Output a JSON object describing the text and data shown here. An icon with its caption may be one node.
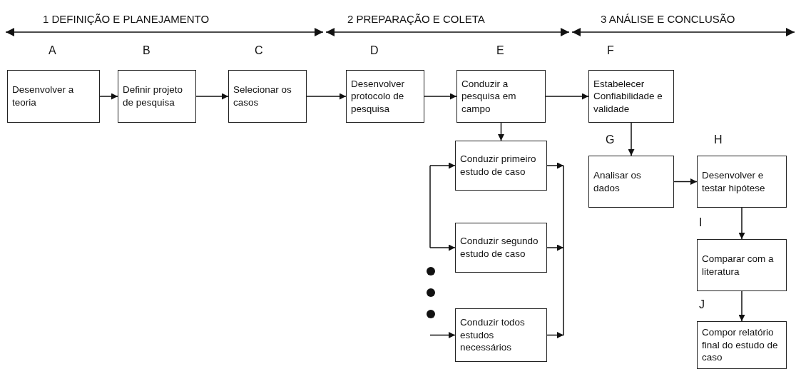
{
  "diagram": {
    "nodes": [
      {
        "text": [
          "Desenvolver a teoria"
        ],
        "beside": [
          "A"
        ]
      },
      {
        "text": [
          "Definir projeto de pesquisa"
        ],
        "beside": [
          "B"
        ]
      },
      {
        "text": [
          "Selecionar os casos"
        ],
        "beside": [
          "C"
        ]
      },
      {
        "text": [
          "Desenvolver protocolo de pesquisa"
        ],
        "beside": [
          "D"
        ]
      },
      {
        "text": [
          "Conduzir a pesquisa em campo"
        ],
        "beside": [
          "E"
        ]
      },
      {
        "text": [
          "Estabelecer Confiabilidade e validade"
        ],
        "beside": [
          "F"
        ]
      },
      {
        "text": [
          "Conduzir primeiro estudo de caso"
        ]
      },
      {
        "text": [
          "Conduzir segundo estudo de caso"
        ]
      },
      {
        "text": [
          "Conduzir todos estudos necessários"
        ]
      },
      {
        "text": [
          "Analisar os dados"
        ],
        "beside": [
          "G"
        ]
      },
      {
        "text": [
          "Desenvolver e testar hipótese"
        ],
        "beside": [
          "H"
        ]
      },
      {
        "text": [
          "Comparar com a literatura"
        ],
        "beside": [
          "I"
        ]
      },
      {
        "text": [
          "Compor relatório final do estudo de caso"
        ],
        "beside": [
          "J"
        ]
      }
    ],
    "edges": [
      {
        "from": 0,
        "to": 1,
        "arrow": "to"
      },
      {
        "from": 1,
        "to": 2,
        "arrow": "to"
      },
      {
        "from": 2,
        "to": 3,
        "arrow": "to"
      },
      {
        "from": 3,
        "to": 4,
        "arrow": "to"
      },
      {
        "from": 4,
        "to": 5,
        "arrow": "to"
      },
      {
        "from": 4,
        "to": 6,
        "arrow": "to"
      },
      {
        "from": null,
        "to": 6,
        "arrow": "to"
      },
      {
        "from": null,
        "to": 7,
        "arrow": "to"
      },
      {
        "from": null,
        "to": 8,
        "arrow": "to"
      },
      {
        "from": 6,
        "to": null,
        "arrow": "to"
      },
      {
        "from": 7,
        "to": null,
        "arrow": "to"
      },
      {
        "from": 8,
        "to": null,
        "arrow": "to"
      },
      {
        "from": 5,
        "to": 9,
        "arrow": "to"
      },
      {
        "from": 9,
        "to": 10,
        "arrow": "to"
      },
      {
        "from": 10,
        "to": 11,
        "arrow": "to"
      },
      {
        "from": 11,
        "to": 12,
        "arrow": "to"
      }
    ],
    "labels": [
      "1 DEFINIÇÃO E PLANEJAMENTO",
      "2 PREPARAÇÃO E COLETA",
      "3 ANÁLISE E CONCLUSÃO"
    ]
  }
}
